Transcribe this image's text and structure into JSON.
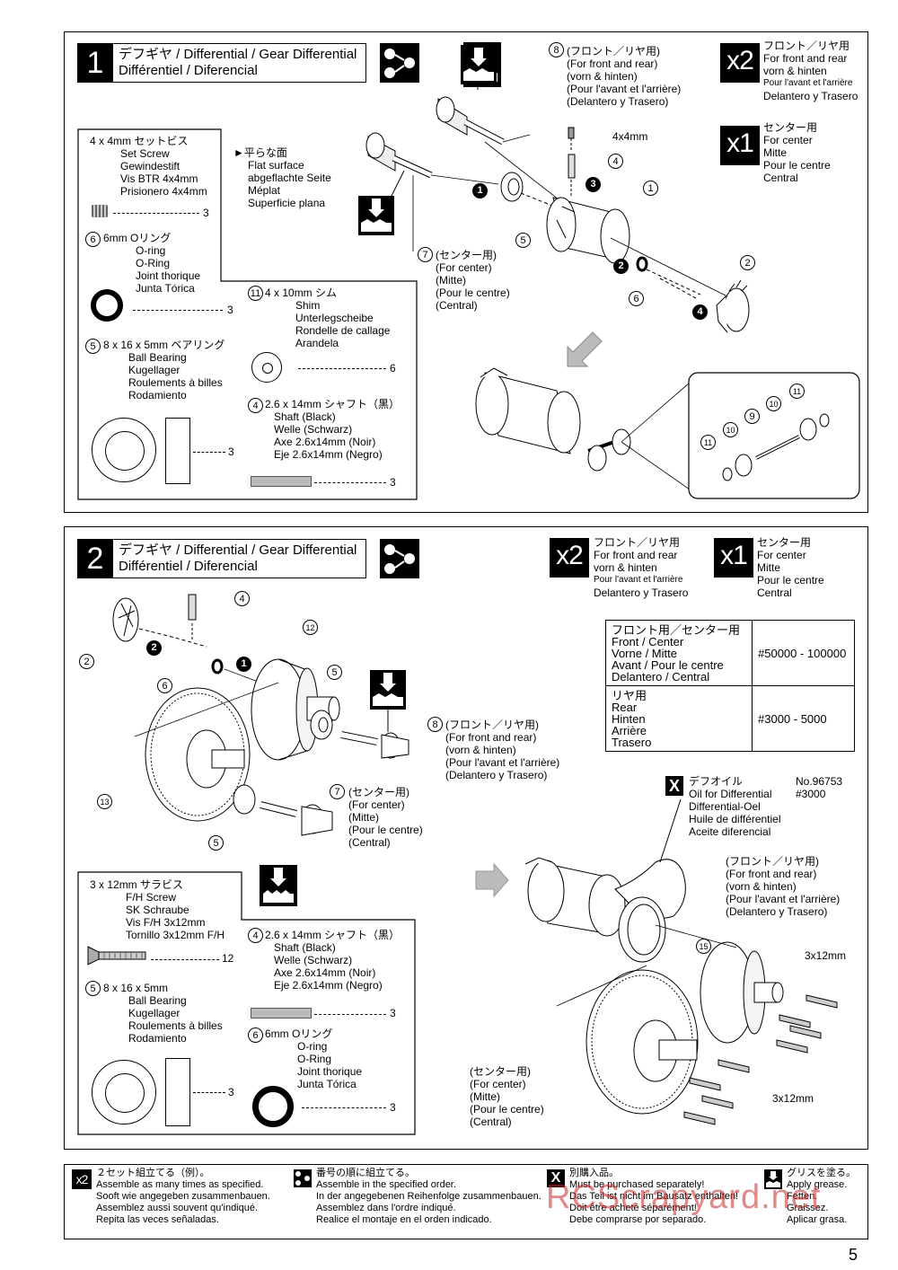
{
  "step1": {
    "number": "1",
    "title": "デフギヤ / Differential / Gear Differential",
    "subtitle": "Différentiel / Diferencial",
    "x2_label": "x2",
    "x2_text": [
      "フロント／リヤ用",
      "For front and rear",
      "vorn & hinten",
      "Pour l'avant et l'arrière",
      "Delantero y Trasero"
    ],
    "x1_label": "x1",
    "x1_text": [
      "センター用",
      "For center",
      "Mitte",
      "Pour le centre",
      "Central"
    ],
    "part8_label": [
      "(フロント／リヤ用)",
      "(For front and rear)",
      "(vorn & hinten)",
      "(Pour l'avant et l'arrière)",
      "(Delantero y Trasero)"
    ],
    "part7_label": [
      "(センター用)",
      "(For center)",
      "(Mitte)",
      "(Pour le centre)",
      "(Central)"
    ],
    "flat_surface": [
      "►平らな面",
      "Flat surface",
      "abgeflachte Seite",
      "Méplat",
      "Superficie plana"
    ],
    "screw_callout": "4x4mm",
    "parts": {
      "setscrew": {
        "lines": [
          "4 x 4mm セットビス",
          "Set Screw",
          "Gewindestift",
          "Vis BTR 4x4mm",
          "Prisionero 4x4mm"
        ],
        "qty": "3"
      },
      "oring": {
        "lines": [
          "6mm Oリング",
          "O-ring",
          "O-Ring",
          "Joint thorique",
          "Junta Tórica"
        ],
        "qty": "3",
        "num": "6"
      },
      "shim": {
        "lines": [
          "4 x 10mm シム",
          "Shim",
          "Unterlegscheibe",
          "Rondelle de callage",
          "Arandela"
        ],
        "qty": "6",
        "num": "11"
      },
      "bearing": {
        "lines": [
          "8 x 16 x 5mm ベアリング",
          "Ball Bearing",
          "Kugellager",
          "Roulements à billes",
          "Rodamiento"
        ],
        "qty": "3",
        "num": "5"
      },
      "shaft": {
        "lines": [
          "2.6 x 14mm シャフト（黒）",
          "Shaft (Black)",
          "Welle (Schwarz)",
          "Axe 2.6x14mm (Noir)",
          "Eje 2.6x14mm (Negro)"
        ],
        "qty": "3",
        "num": "4"
      }
    }
  },
  "step2": {
    "number": "2",
    "title": "デフギヤ / Differential / Gear Differential",
    "subtitle": "Différentiel / Diferencial",
    "x2_label": "x2",
    "x2_text": [
      "フロント／リヤ用",
      "For front and rear",
      "vorn & hinten",
      "Pour l'avant et l'arrière",
      "Delantero y Trasero"
    ],
    "x1_label": "x1",
    "x1_text": [
      "センター用",
      "For center",
      "Mitte",
      "Pour le centre",
      "Central"
    ],
    "table": [
      {
        "label": [
          "フロント用／センター用",
          "Front / Center",
          "Vorne / Mitte",
          "Avant / Pour le centre",
          "Delantero / Central"
        ],
        "value": "#50000 - 100000"
      },
      {
        "label": [
          "リヤ用",
          "Rear",
          "Hinten",
          "Arrière",
          "Trasero"
        ],
        "value": "#3000 - 5000"
      }
    ],
    "oil": {
      "lines": [
        "デフオイル",
        "Oil for Differential",
        "Differential-Oel",
        "Huile de différentiel",
        "Aceite diferencial"
      ],
      "code": [
        "No.96753",
        "#3000"
      ]
    },
    "part8_label": [
      "(フロント／リヤ用)",
      "(For front and rear)",
      "(vorn & hinten)",
      "(Pour l'avant et l'arrière)",
      "(Delantero y Trasero)"
    ],
    "part7_label": [
      "(センター用)",
      "(For center)",
      "(Mitte)",
      "(Pour le centre)",
      "(Central)"
    ],
    "assembly_front_label": [
      "(フロント／リヤ用)",
      "(For front and rear)",
      "(vorn & hinten)",
      "(Pour l'avant et l'arrière)",
      "(Delantero y Trasero)"
    ],
    "assembly_center_label": [
      "(センター用)",
      "(For center)",
      "(Mitte)",
      "(Pour le centre)",
      "(Central)"
    ],
    "screw_callouts": [
      "3x12mm",
      "3x12mm"
    ],
    "parts": {
      "fhscrew": {
        "lines": [
          "3 x 12mm サラビス",
          "F/H Screw",
          "SK Schraube",
          "Vis F/H 3x12mm",
          "Tornillo 3x12mm F/H"
        ],
        "qty": "12"
      },
      "bearing": {
        "lines": [
          "8 x 16 x 5mm",
          "Ball Bearing",
          "Kugellager",
          "Roulements à billes",
          "Rodamiento"
        ],
        "qty": "3",
        "num": "5"
      },
      "shaft": {
        "lines": [
          "2.6 x 14mm シャフト（黒）",
          "Shaft (Black)",
          "Welle (Schwarz)",
          "Axe 2.6x14mm (Noir)",
          "Eje 2.6x14mm (Negro)"
        ],
        "qty": "3",
        "num": "4"
      },
      "oring": {
        "lines": [
          "6mm Oリング",
          "O-ring",
          "O-Ring",
          "Joint thorique",
          "Junta Tórica"
        ],
        "qty": "3",
        "num": "6"
      }
    }
  },
  "legend": [
    {
      "icon": "x2",
      "lines": [
        "２セット組立てる（例）。",
        "Assemble as many times as specified.",
        "Sooft wie angegeben zusammenbauen.",
        "Assemblez aussi souvent qu'indiqué.",
        "Repita las veces señaladas."
      ]
    },
    {
      "icon": "order",
      "lines": [
        "番号の順に組立てる。",
        "Assemble in the specified order.",
        "In der angegebenen Reihenfolge zusammenbauen.",
        "Assemblez dans l'ordre indiqué.",
        "Realice el montaje en el orden indicado."
      ]
    },
    {
      "icon": "X",
      "lines": [
        "別購入品。",
        "Must be purchased separately!",
        "Das Teil ist nicht im Bausatz enthalten!",
        "Doit être acheté séparément!",
        "Debe comprarse por separado."
      ]
    },
    {
      "icon": "grease",
      "lines": [
        "グリスを塗る。",
        "Apply grease.",
        "Fetten.",
        "Graissez.",
        "Aplicar grasa."
      ]
    }
  ],
  "watermark": "RCScrapyard.net",
  "page_number": "5"
}
